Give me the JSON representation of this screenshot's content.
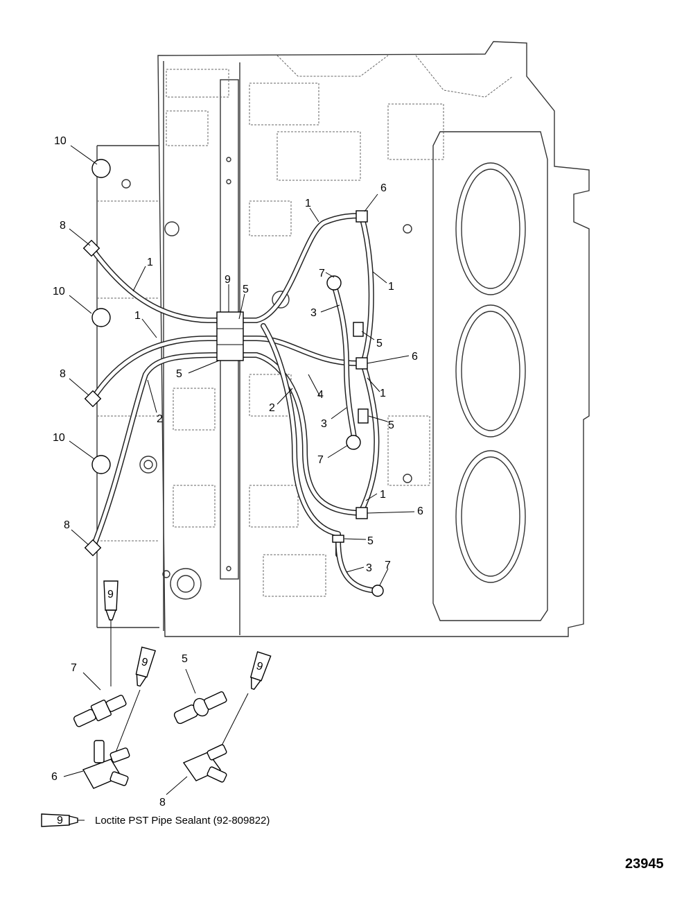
{
  "callouts": {
    "c10a": "10",
    "c8a": "8",
    "c1a": "1",
    "c10b": "10",
    "c1b": "1",
    "c8b": "8",
    "c2a": "2",
    "c10c": "10",
    "c8c": "8",
    "c9": "9",
    "c5a": "5",
    "c5b": "5",
    "c1c": "1",
    "c6a": "6",
    "c7a": "7",
    "c1d": "1",
    "c3a": "3",
    "c5c": "5",
    "c6b": "6",
    "c2b": "2",
    "c4": "4",
    "c1e": "1",
    "c3b": "3",
    "c5d": "5",
    "c7b": "7",
    "c1f": "1",
    "c6c": "6",
    "c5e": "5",
    "c3c": "3",
    "c7c": "7",
    "d7": "7",
    "d5": "5",
    "d6": "6",
    "d8": "8"
  },
  "tube_label": "9",
  "legend": {
    "text": "Loctite PST Pipe Sealant (92-809822)",
    "tube_label": "9"
  },
  "figure_number": "23945"
}
